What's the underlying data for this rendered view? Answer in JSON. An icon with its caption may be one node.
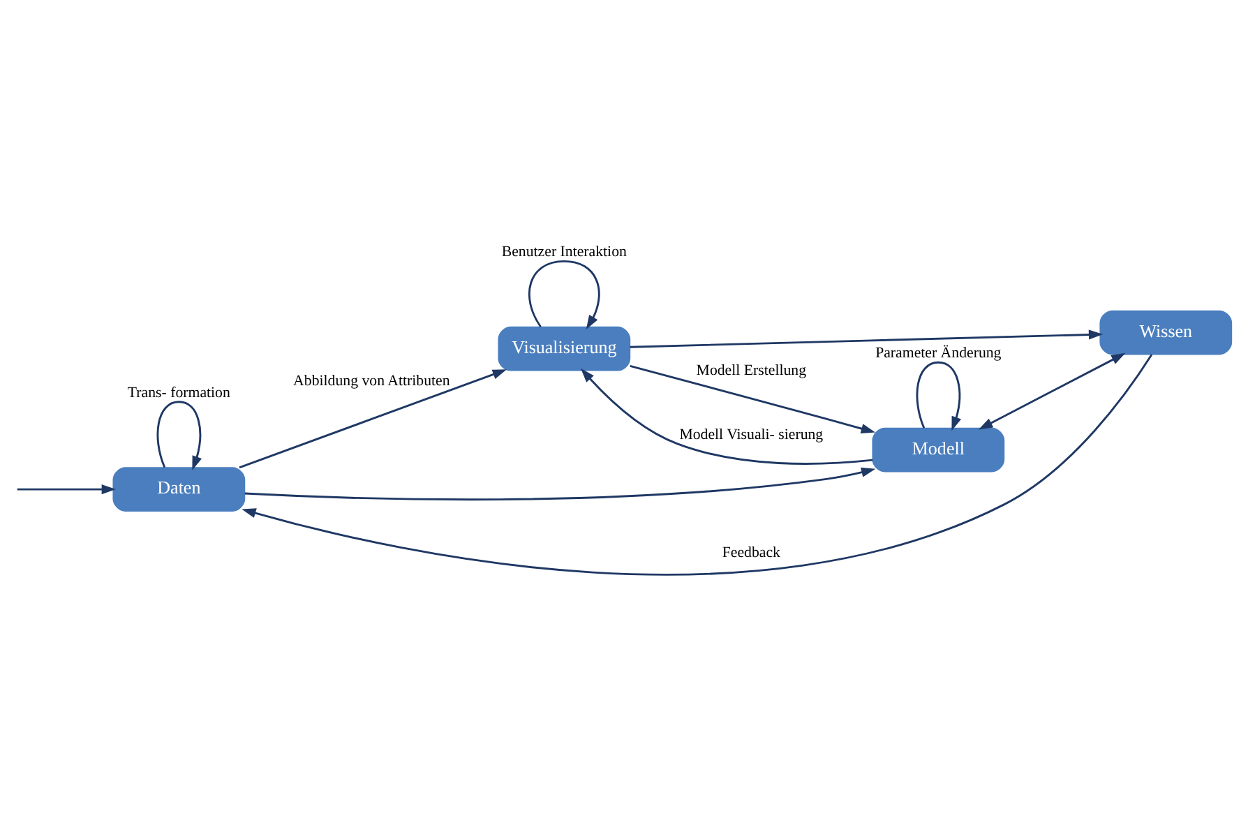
{
  "diagram": {
    "nodes": [
      {
        "text": [
          "Daten"
        ]
      },
      {
        "text": [
          "Visualisierung"
        ]
      },
      {
        "text": [
          "Wissen"
        ]
      },
      {
        "text": [
          "Modell"
        ]
      }
    ],
    "edges": [
      {
        "from": null,
        "to": 0,
        "arrow": "to"
      },
      {
        "from": 0,
        "to": 1,
        "arrow": "to",
        "label": "Abbildung von Attributen"
      },
      {
        "from": 0,
        "to": 0,
        "arrow": "to",
        "label": "Trans- formation"
      },
      {
        "from": 1,
        "to": 1,
        "arrow": "to",
        "label": "Benutzer Interaktion"
      },
      {
        "from": 0,
        "to": 3,
        "arrow": "to"
      },
      {
        "from": 1,
        "to": 3,
        "arrow": "to",
        "label": "Modell Erstellung"
      },
      {
        "from": 3,
        "to": 1,
        "arrow": "to",
        "label": "Modell Visuali- sierung"
      },
      {
        "from": 1,
        "to": 2,
        "arrow": "to"
      },
      {
        "from": 3,
        "to": 2,
        "arrow": "both"
      },
      {
        "from": 3,
        "to": 3,
        "arrow": "to",
        "label": "Parameter Änderung"
      },
      {
        "from": 2,
        "to": 0,
        "arrow": "to",
        "label": "Feedback"
      }
    ]
  }
}
